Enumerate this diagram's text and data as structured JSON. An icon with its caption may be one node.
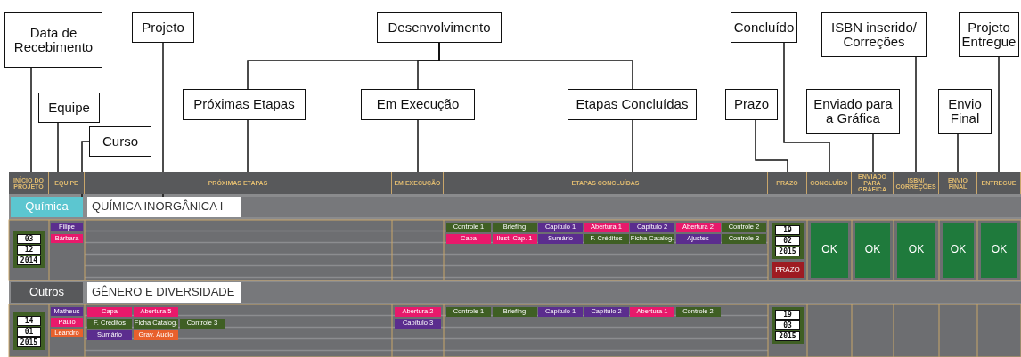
{
  "diagram": {
    "nodes": [
      {
        "text": [
          "Data de Recebimento"
        ]
      },
      {
        "text": [
          "Projeto"
        ]
      },
      {
        "text": [
          "Desenvolvimento"
        ]
      },
      {
        "text": [
          "Concluído"
        ]
      },
      {
        "text": [
          "ISBN inserido/ Correções"
        ]
      },
      {
        "text": [
          "Projeto Entregue"
        ]
      },
      {
        "text": [
          "Equipe"
        ]
      },
      {
        "text": [
          "Próximas Etapas"
        ]
      },
      {
        "text": [
          "Em Execução"
        ]
      },
      {
        "text": [
          "Etapas Concluídas"
        ]
      },
      {
        "text": [
          "Prazo"
        ]
      },
      {
        "text": [
          "Enviado para a Gráfica"
        ]
      },
      {
        "text": [
          "Envio Final"
        ]
      },
      {
        "text": [
          "Curso"
        ]
      },
      {
        "text": [
          "INÍCIO DO PROJETO"
        ]
      },
      {
        "text": [
          "EQUIPE"
        ]
      },
      {
        "text": [
          "PRÓXIMAS ETAPAS"
        ]
      },
      {
        "text": [
          "EM EXECUÇÃO"
        ]
      },
      {
        "text": [
          "ETAPAS CONCLUÍDAS"
        ]
      },
      {
        "text": [
          "PRAZO"
        ]
      },
      {
        "text": [
          "CONCLUÍDO"
        ]
      },
      {
        "text": [
          "ENVIADO PARA GRÁFICA"
        ]
      },
      {
        "text": [
          "ISBN/ CORREÇÕES"
        ]
      },
      {
        "text": [
          "ENVIO FINAL"
        ]
      },
      {
        "text": [
          "ENTREGUE"
        ]
      },
      {
        "text": [
          "Química"
        ]
      },
      {
        "text": [
          "QUÍMICA INORGÂNICA I"
        ]
      },
      {
        "text": [
          "03",
          "12",
          "2014"
        ]
      },
      {
        "text": [
          "Filipe"
        ]
      },
      {
        "text": [
          "Bárbara"
        ]
      },
      {
        "text": [
          "Controle 1"
        ]
      },
      {
        "text": [
          "Briefing"
        ]
      },
      {
        "text": [
          "Capítulo 1"
        ]
      },
      {
        "text": [
          "Abertura 1"
        ]
      },
      {
        "text": [
          "Capítulo 2"
        ]
      },
      {
        "text": [
          "Abertura 2"
        ]
      },
      {
        "text": [
          "Controle 2"
        ]
      },
      {
        "text": [
          "Capa"
        ]
      },
      {
        "text": [
          "Ilust. Cap. 1"
        ]
      },
      {
        "text": [
          "Sumário"
        ]
      },
      {
        "text": [
          "F. Créditos"
        ]
      },
      {
        "text": [
          "Ficha Catalog."
        ]
      },
      {
        "text": [
          "Ajustes"
        ]
      },
      {
        "text": [
          "Controle 3"
        ]
      },
      {
        "text": [
          "19",
          "02",
          "2015"
        ]
      },
      {
        "text": [
          "PRAZO"
        ]
      },
      {
        "text": [
          "OK"
        ]
      },
      {
        "text": [
          "OK"
        ]
      },
      {
        "text": [
          "OK"
        ]
      },
      {
        "text": [
          "OK"
        ]
      },
      {
        "text": [
          "OK"
        ]
      },
      {
        "text": [
          "Outros"
        ]
      },
      {
        "text": [
          "GÊNERO E DIVERSIDADE"
        ]
      },
      {
        "text": [
          "14",
          "01",
          "2015"
        ]
      },
      {
        "text": [
          "Matheus"
        ]
      },
      {
        "text": [
          "Paulo"
        ]
      },
      {
        "text": [
          "Leandro"
        ]
      },
      {
        "text": [
          "Capa"
        ]
      },
      {
        "text": [
          "Abertura 5"
        ]
      },
      {
        "text": [
          "F. Créditos"
        ]
      },
      {
        "text": [
          "Ficha Catalog."
        ]
      },
      {
        "text": [
          "Controle 3"
        ]
      },
      {
        "text": [
          "Sumário"
        ]
      },
      {
        "text": [
          "Grav. Áudio"
        ]
      },
      {
        "text": [
          "Abertura 2"
        ]
      },
      {
        "text": [
          "Capítulo 3"
        ]
      },
      {
        "text": [
          "Controle 1"
        ]
      },
      {
        "text": [
          "Briefing"
        ]
      },
      {
        "text": [
          "Capítulo 1"
        ]
      },
      {
        "text": [
          "Capítulo 2"
        ]
      },
      {
        "text": [
          "Abertura 1"
        ]
      },
      {
        "text": [
          "Controle 2"
        ]
      },
      {
        "text": [
          "19",
          "03",
          "2015"
        ]
      }
    ],
    "edges": [
      {
        "from": 0,
        "to": 14,
        "arrow": "none"
      },
      {
        "from": 1,
        "to": 26,
        "arrow": "none"
      },
      {
        "from": 2,
        "to": 7,
        "arrow": "none"
      },
      {
        "from": 2,
        "to": 8,
        "arrow": "none"
      },
      {
        "from": 2,
        "to": 9,
        "arrow": "none"
      },
      {
        "from": 3,
        "to": 20,
        "arrow": "none"
      },
      {
        "from": 4,
        "to": 22,
        "arrow": "none"
      },
      {
        "from": 5,
        "to": 24,
        "arrow": "none"
      },
      {
        "from": 6,
        "to": 15,
        "arrow": "none"
      },
      {
        "from": 7,
        "to": 16,
        "arrow": "none"
      },
      {
        "from": 8,
        "to": 17,
        "arrow": "none"
      },
      {
        "from": 9,
        "to": 18,
        "arrow": "none"
      },
      {
        "from": 10,
        "to": 19,
        "arrow": "none"
      },
      {
        "from": 11,
        "to": 21,
        "arrow": "none"
      },
      {
        "from": 12,
        "to": 23,
        "arrow": "none"
      },
      {
        "from": 13,
        "to": 25,
        "arrow": "none"
      }
    ]
  }
}
